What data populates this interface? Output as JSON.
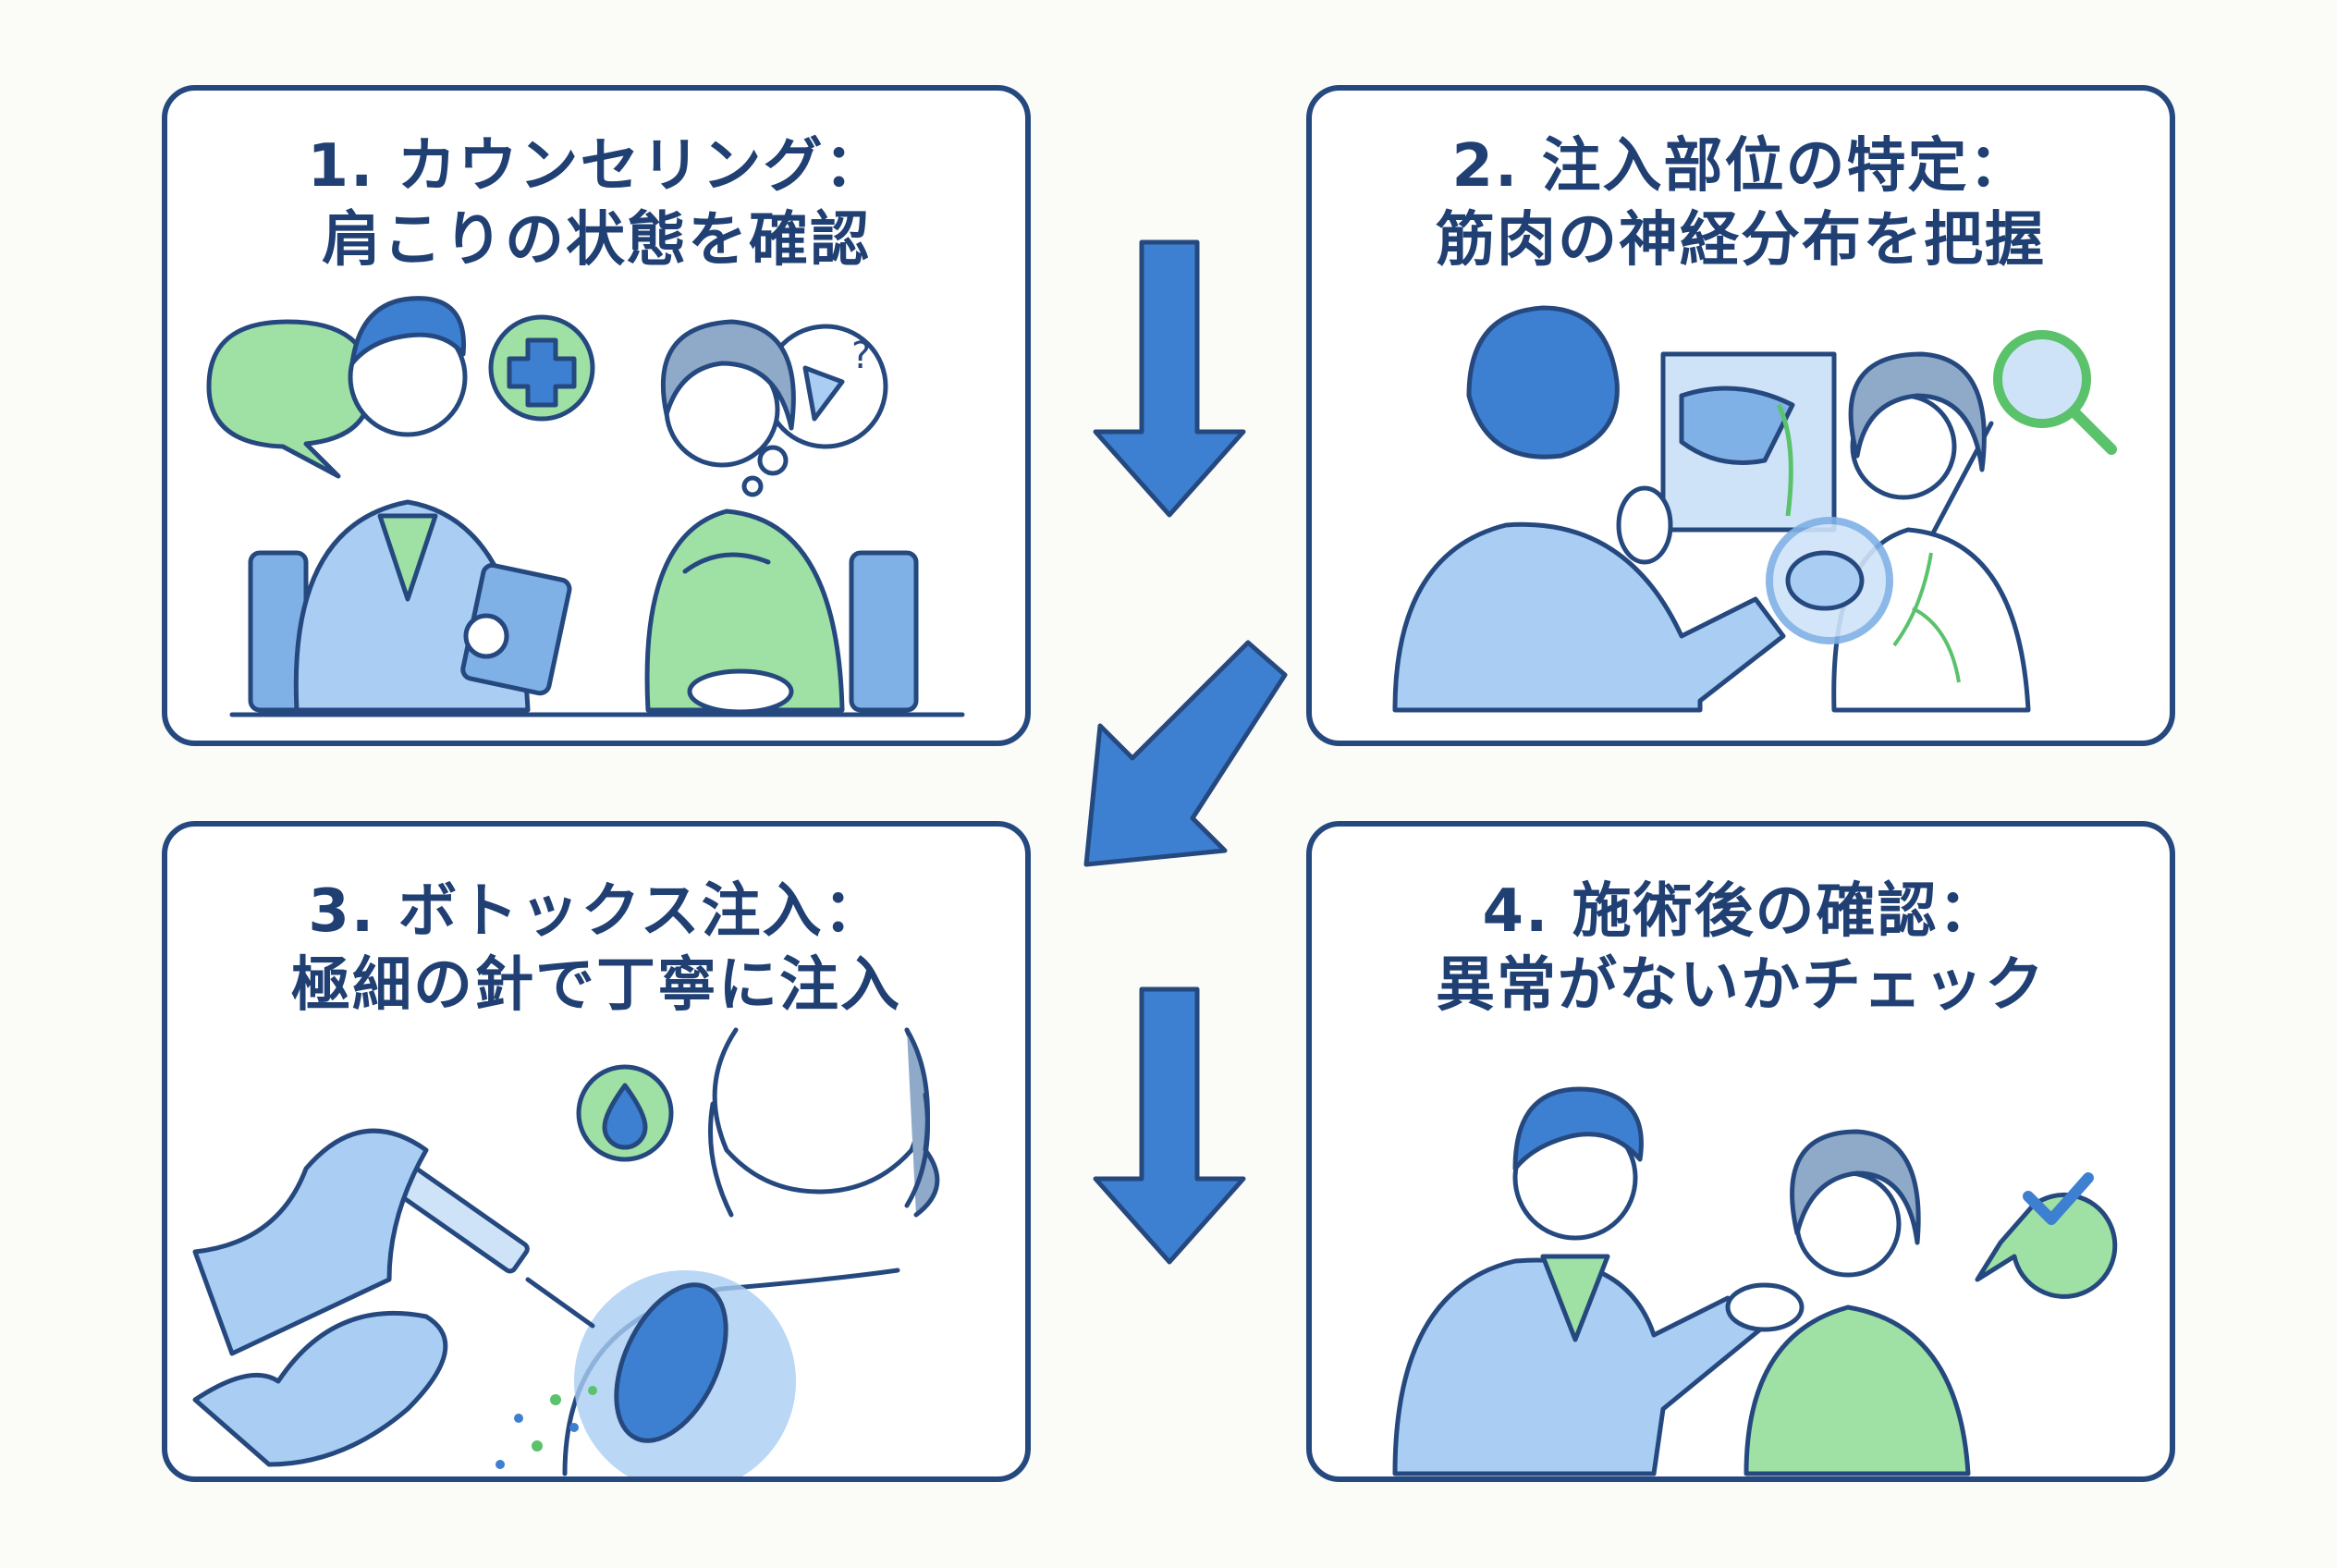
{
  "colors": {
    "outline": "#25497f",
    "title_text": "#203f72",
    "arrow_fill": "#3d7fd1",
    "light_blue": "#a9cdf3",
    "pale_blue": "#cfe3f8",
    "green": "#9fe0a4",
    "light_green": "#c8efc4",
    "skin": "#ffffff",
    "background": "#fbfbf8"
  },
  "steps": [
    {
      "line1": "1. カウンセリング：",
      "line2": "肩こりの状態を確認",
      "icons": [
        "speech-bubble-icon",
        "medical-cross-icon",
        "thought-bubble-icon",
        "tablet-icon"
      ]
    },
    {
      "line1": "2. 注入部位の特定：",
      "line2": "筋肉の神経分布を把握",
      "icons": [
        "x-ray-panel-icon",
        "magnifier-icon",
        "nerve-map-icon"
      ]
    },
    {
      "line1": "3. ボトックス注入：",
      "line2": "極細の針で丁寧に注入",
      "icons": [
        "syringe-icon",
        "droplet-icon",
        "glove-icon"
      ]
    },
    {
      "line1": "4. 施術後の確認：",
      "line2": "異常がないかチェック",
      "icons": [
        "checkmark-icon",
        "speech-bubble-icon"
      ]
    }
  ]
}
